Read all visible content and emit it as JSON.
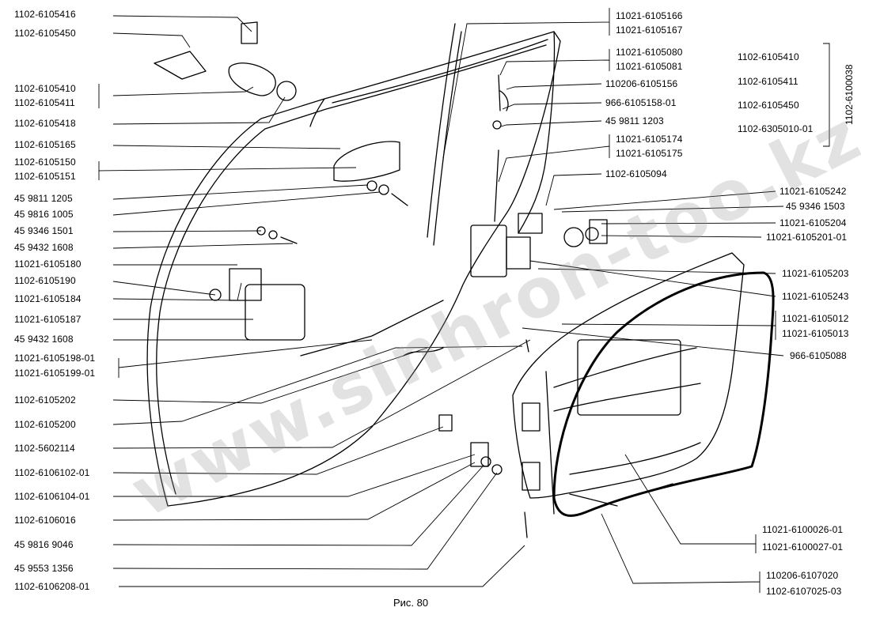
{
  "left_labels": [
    "1102-6105416",
    "1102-6105450",
    "1102-6105410",
    "1102-6105411",
    "1102-6105418",
    "1102-6105165",
    "1102-6105150",
    "1102-6105151",
    "45 9811 1205",
    "45 9816 1005",
    "45 9346 1501",
    "45 9432 1608",
    "11021-6105180",
    "1102-6105190",
    "11021-6105184",
    "11021-6105187",
    "45 9432 1608",
    "11021-6105198-01",
    "11021-6105199-01",
    "1102-6105202",
    "1102-6105200",
    "1102-5602114",
    "1102-6106102-01",
    "1102-6106104-01",
    "1102-6106016",
    "45 9816 9046",
    "45 9553 1356",
    "1102-6106208-01"
  ],
  "top_labels": [
    "11021-6105166",
    "11021-6105167",
    "11021-6105080",
    "11021-6105081",
    "110206-6105156",
    "966-6105158-01",
    "45 9811 1203",
    "11021-6105174",
    "11021-6105175",
    "1102-6105094"
  ],
  "kit_labels": [
    "1102-6105410",
    "1102-6105411",
    "1102-6105450",
    "1102-6305010-01"
  ],
  "kit_number": "1102-6100038",
  "right_labels": [
    "11021-6105242",
    "45 9346 1503",
    "11021-6105204",
    "11021-6105201-01",
    "11021-6105203",
    "11021-6105243",
    "11021-6105012",
    "11021-6105013",
    "966-6105088",
    "11021-6100026-01",
    "11021-6100027-01",
    "110206-6107020",
    "1102-6107025-03"
  ],
  "caption": "Рис. 80",
  "watermark": "www.sinhron-too.kz"
}
